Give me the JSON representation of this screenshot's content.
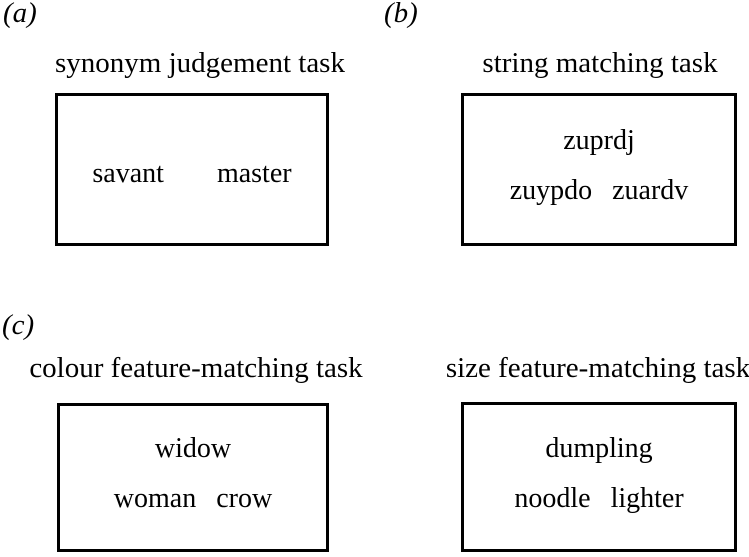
{
  "panels": {
    "a": {
      "label": "(a)",
      "title": "synonym judgement task",
      "word_left": "savant",
      "word_right": "master"
    },
    "b": {
      "label": "(b)",
      "title": "string matching task",
      "target": "zuprdj",
      "option_left": "zuypdo",
      "option_right": "zuardv"
    },
    "c": {
      "label": "(c)",
      "colour_task": {
        "title": "colour feature-matching task",
        "target": "widow",
        "option_left": "woman",
        "option_right": "crow"
      },
      "size_task": {
        "title": "size feature-matching task",
        "target": "dumpling",
        "option_left": "noodle",
        "option_right": "lighter"
      }
    }
  }
}
